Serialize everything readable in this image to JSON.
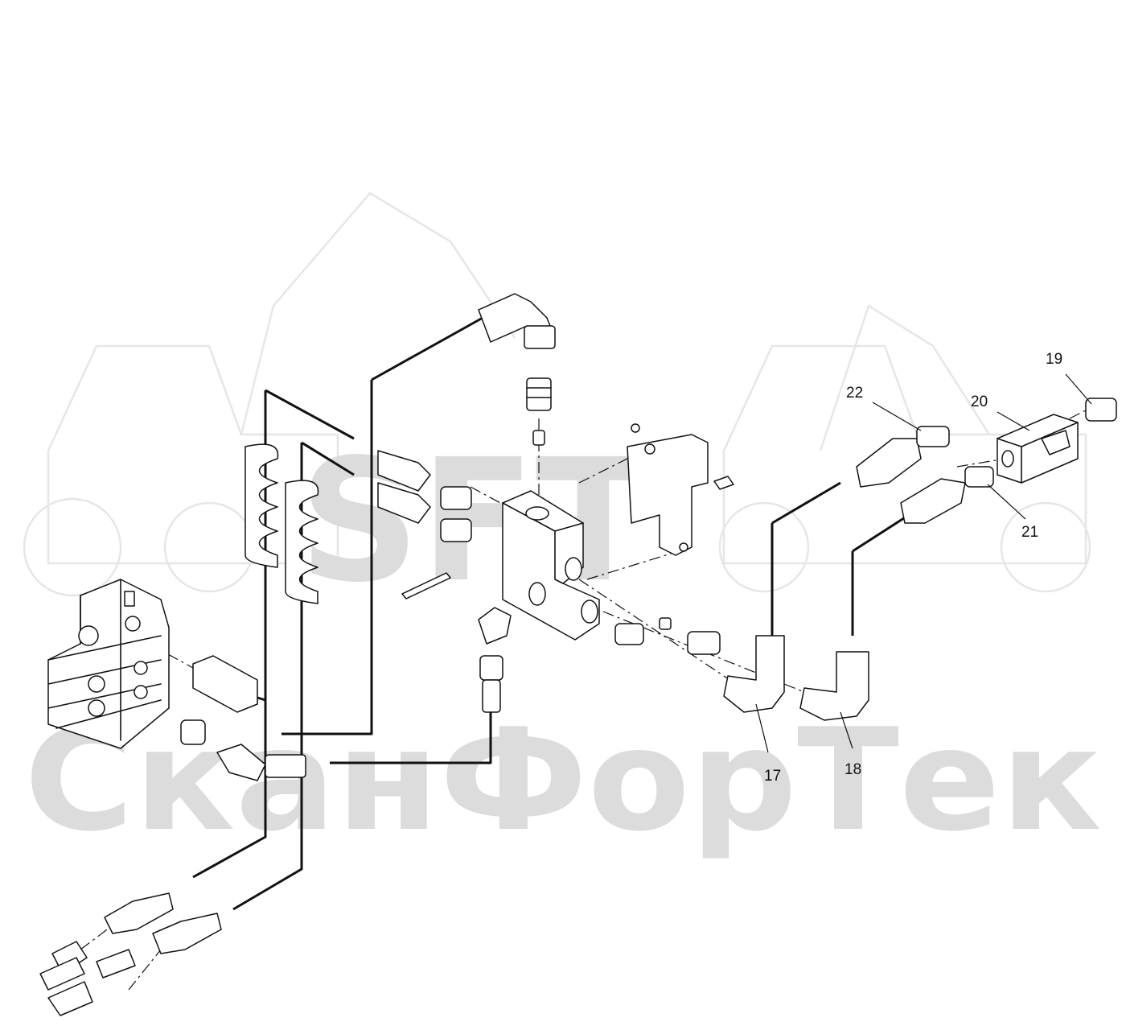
{
  "watermark": {
    "logo_text": "SFT",
    "company_text": "СканФорТек",
    "color": "#dcdcdc"
  },
  "callouts": [
    {
      "id": "17",
      "label": "17"
    },
    {
      "id": "18",
      "label": "18"
    },
    {
      "id": "19",
      "label": "19"
    },
    {
      "id": "20",
      "label": "20"
    },
    {
      "id": "21",
      "label": "21"
    },
    {
      "id": "22",
      "label": "22"
    }
  ],
  "colors": {
    "line": "#111111",
    "background": "#ffffff"
  }
}
